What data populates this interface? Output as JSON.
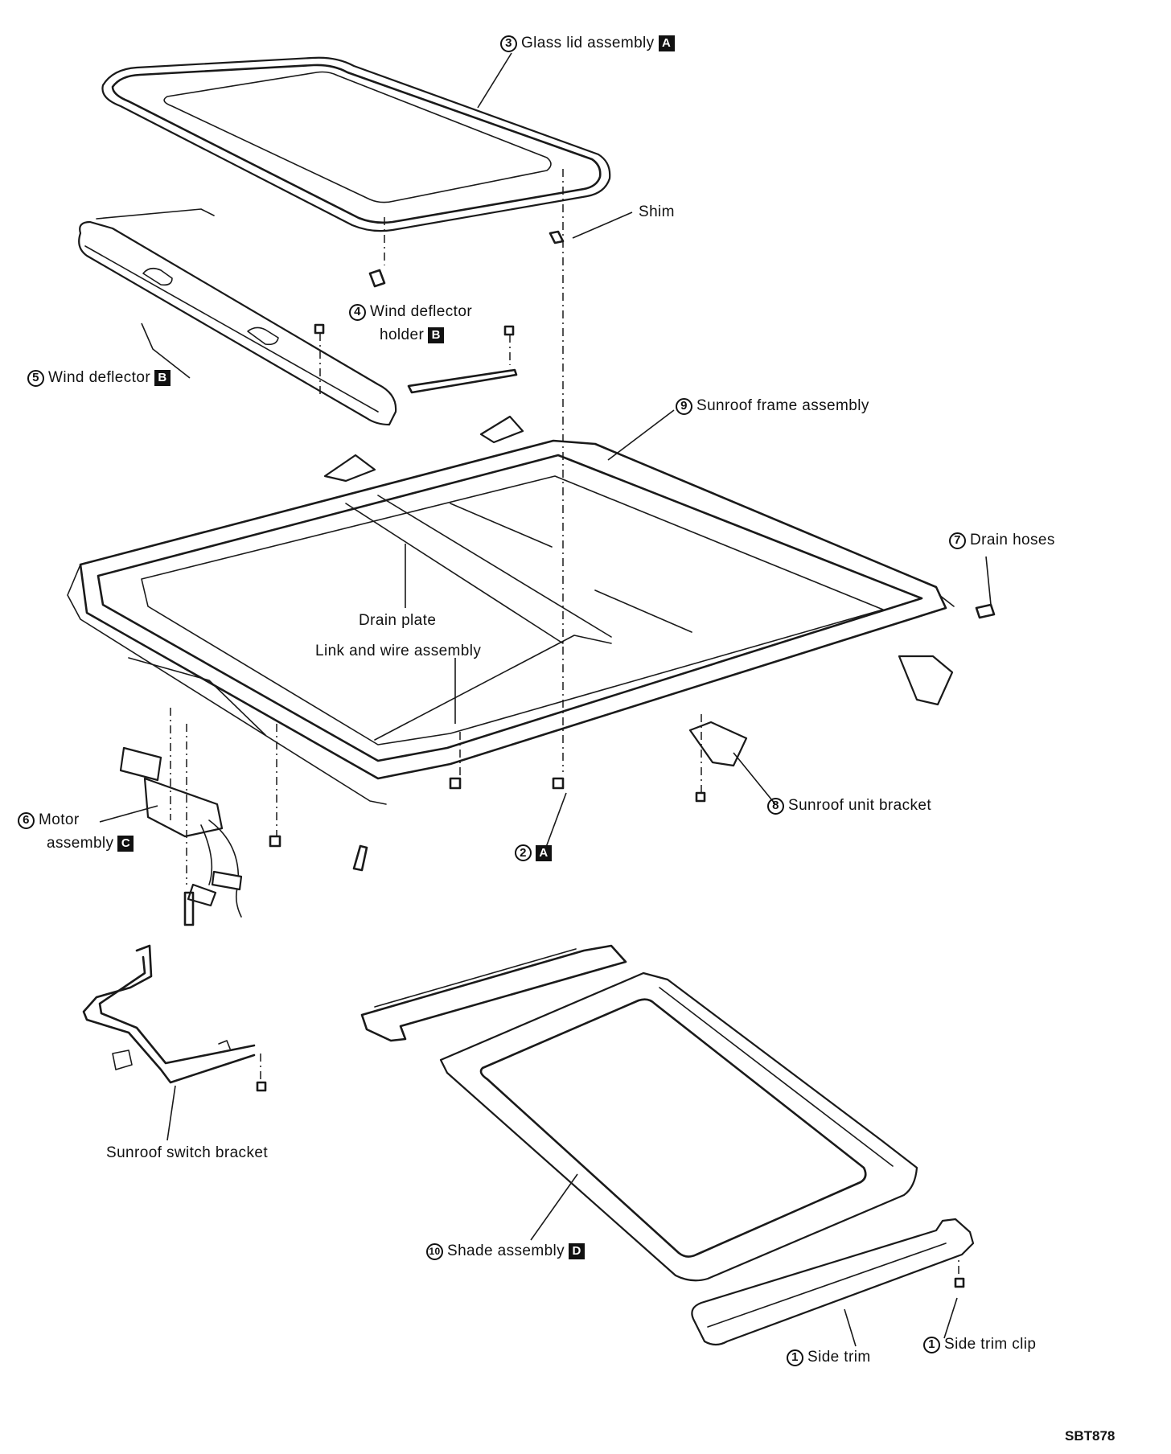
{
  "labels": {
    "glass_lid": {
      "num": "3",
      "text": "Glass lid assembly",
      "ref": "A"
    },
    "shim": {
      "text": "Shim"
    },
    "wind_deflector_holder": {
      "num": "4",
      "line1": "Wind deflector",
      "line2": "holder",
      "ref": "B"
    },
    "wind_deflector": {
      "num": "5",
      "text": "Wind deflector",
      "ref": "B"
    },
    "sunroof_frame": {
      "num": "9",
      "text": "Sunroof frame assembly"
    },
    "drain_hoses": {
      "num": "7",
      "text": "Drain hoses"
    },
    "drain_plate": {
      "text": "Drain plate"
    },
    "link_wire": {
      "text": "Link and wire assembly"
    },
    "motor": {
      "num": "6",
      "line1": "Motor",
      "line2": "assembly",
      "ref": "C"
    },
    "sunroof_unit_bracket": {
      "num": "8",
      "text": "Sunroof unit bracket"
    },
    "part2": {
      "num": "2",
      "ref": "A"
    },
    "switch_bracket": {
      "text": "Sunroof switch bracket"
    },
    "shade": {
      "num": "10",
      "text": "Shade assembly",
      "ref": "D"
    },
    "side_trim": {
      "num": "1",
      "text": "Side trim"
    },
    "side_trim_clip": {
      "num": "1",
      "text": "Side trim clip"
    }
  },
  "figure_code": "SBT878"
}
